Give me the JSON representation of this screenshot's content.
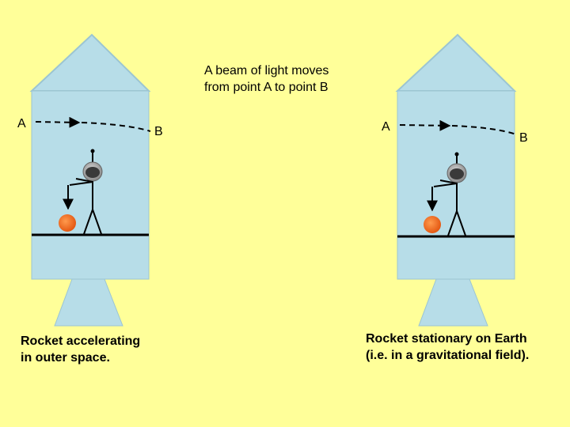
{
  "title_line1": "A beam of light moves",
  "title_line2": "from point A to point B",
  "left_panel": {
    "point_a": "A",
    "point_b": "B",
    "caption_line1": "Rocket accelerating",
    "caption_line2": "in outer space."
  },
  "right_panel": {
    "point_a": "A",
    "point_b": "B",
    "caption_line1": "Rocket stationary on Earth",
    "caption_line2": "(i.e. in a gravitational field)."
  },
  "colors": {
    "background": "#FFFF99",
    "rocket_fill": "#B7DDE8",
    "rocket_stroke": "#8FBBC9",
    "ball": "#F26B1D",
    "helmet": "#808080"
  }
}
